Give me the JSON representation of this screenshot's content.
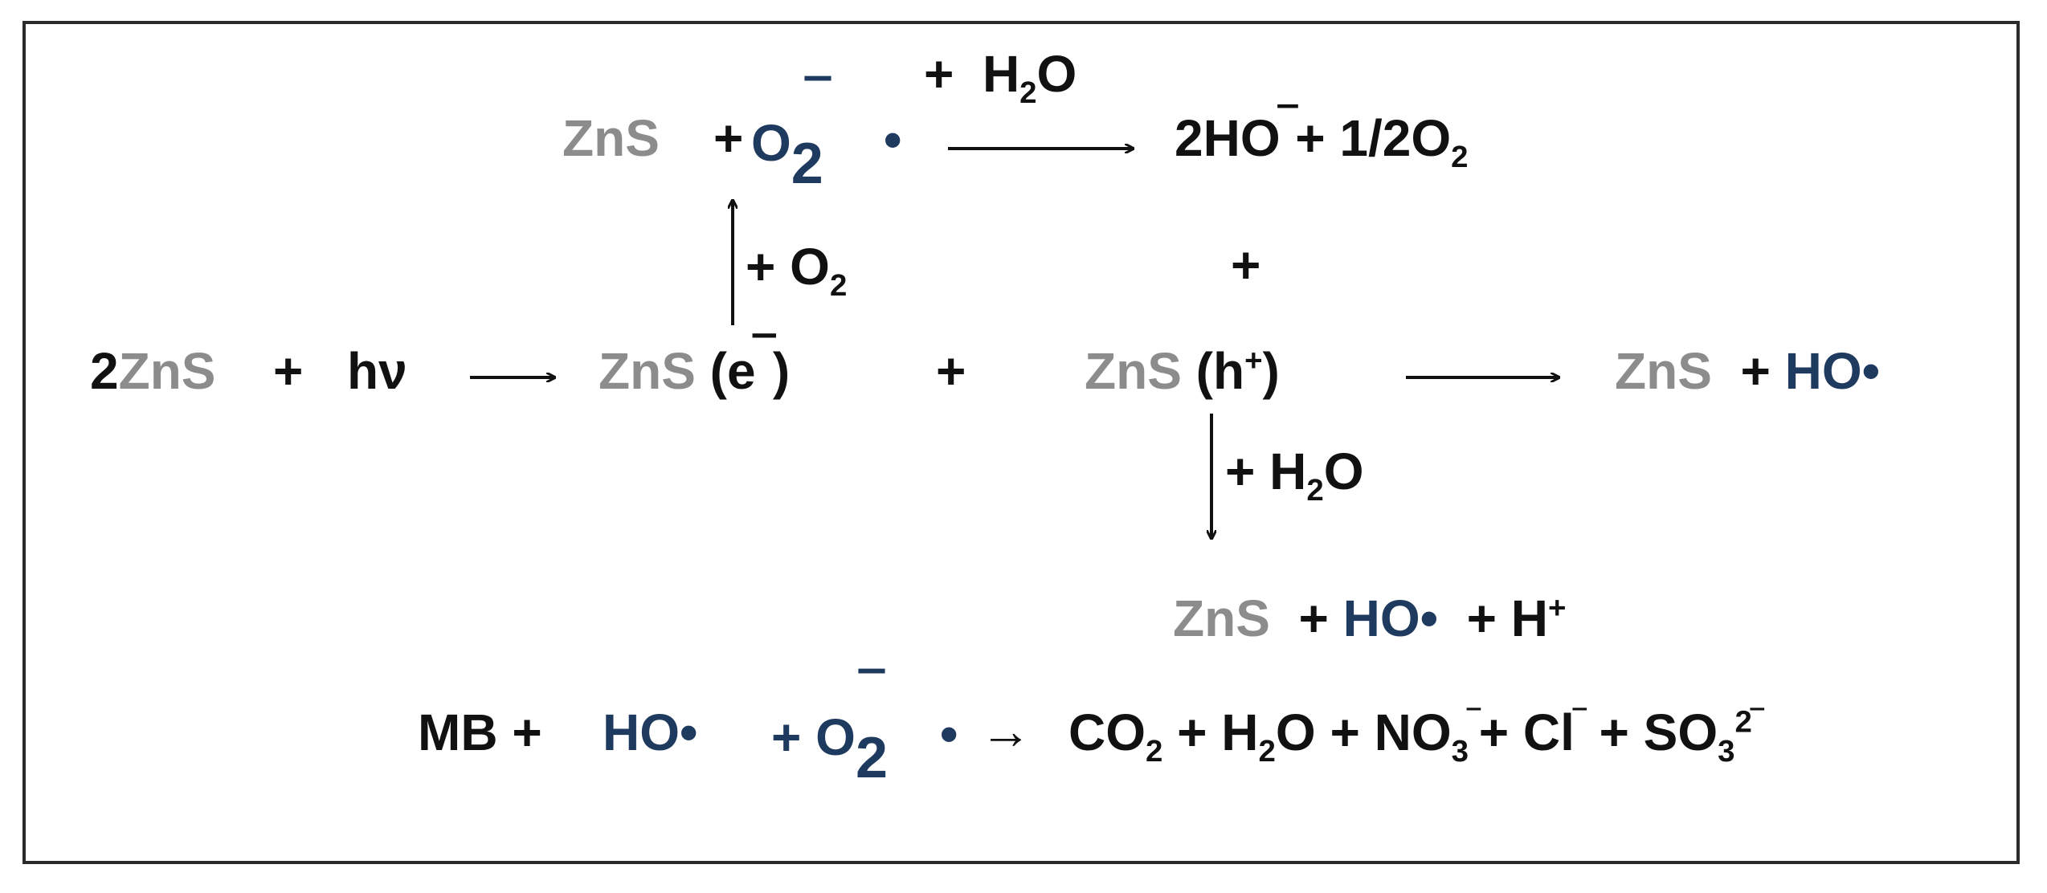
{
  "top": {
    "zns": "ZnS",
    "plus": "+",
    "o2": "O",
    "o2_sub": "2",
    "dot": "•",
    "reagent_plus": "+",
    "reagent_h2o_h": "H",
    "reagent_h2o_sub": "2",
    "reagent_h2o_o": "O",
    "product": "2HO",
    "product_tail": "+ 1/2O",
    "product_sub": "2"
  },
  "mid": {
    "o2_label": "+ O",
    "o2_label_sub": "2",
    "plus_right": "+",
    "left_2": "2",
    "left_zns": "ZnS",
    "plus1": "+",
    "hv": "hν",
    "zns_e": "ZnS",
    "e_paren": "(e",
    "e_minus": "‾",
    "e_close": ")",
    "plus2": "+",
    "zns_h": "ZnS",
    "h_paren": "(h",
    "h_plus": "+",
    "h_close": ")",
    "right_zns": "ZnS",
    "right_plus": "+",
    "right_ho": "HO•"
  },
  "down": {
    "h2o_label": "+ H",
    "h2o_sub": "2",
    "h2o_o": "O",
    "zns": "ZnS",
    "plus": "+",
    "ho": "HO•",
    "plus2": "+ H",
    "hplus": "+"
  },
  "bottom": {
    "mb": "MB +",
    "ho": "HO•",
    "plus_o2": "+ O",
    "o2_sub": "2",
    "dot": "•",
    "arrow": "→",
    "products_1": "CO",
    "sub1": "2",
    "products_2": "+ H",
    "sub2": "2",
    "products_3": "O + NO",
    "sub3": "3",
    "sup3": "‾",
    "products_4": "+ Cl",
    "sup4": "‾",
    "products_5": "+ SO",
    "sub5": "3",
    "sup5": "2‾"
  },
  "colors": {
    "zns_gray": "#8c8c8c",
    "radical_blue": "#1f3a5f",
    "text_black": "#111111"
  }
}
